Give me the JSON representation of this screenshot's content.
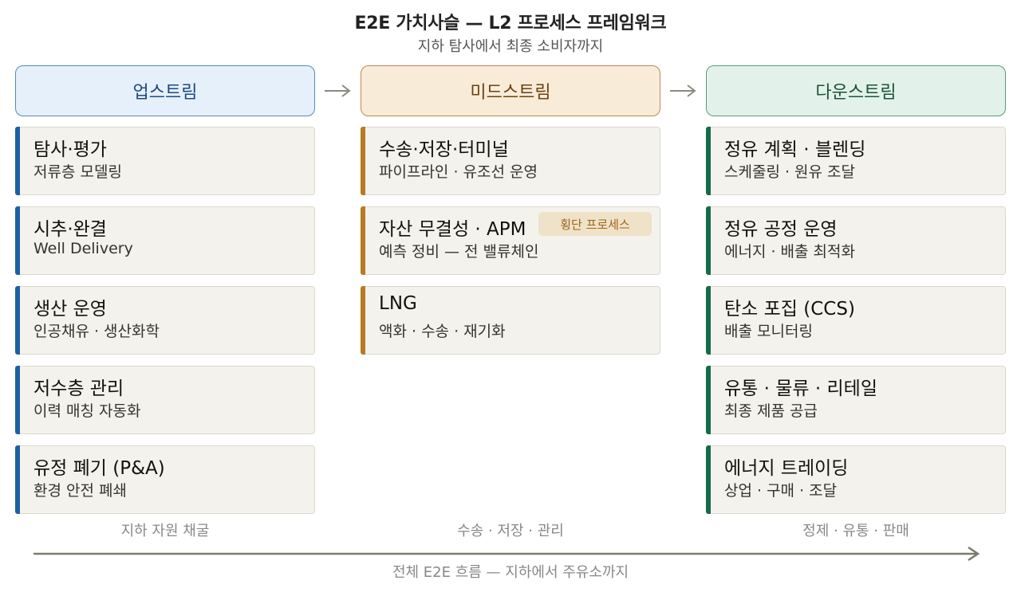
{
  "title": "E2E 가치사슬 — L2 프로세스 프레임워크",
  "subtitle": "지하 탐사에서 최종 소비자까지",
  "colors": {
    "upstream_accent": "#1d5fa3",
    "midstream_accent": "#b87a22",
    "downstream_accent": "#176a4c",
    "card_bg": "#f4f2ec",
    "arrow": "#8a8a80"
  },
  "columns": {
    "upstream": {
      "header": "업스트림",
      "footer": "지하 자원 채굴",
      "items": [
        {
          "name": "탐사·평가",
          "desc": "저류층 모델링"
        },
        {
          "name": "시추·완결",
          "desc": "Well Delivery"
        },
        {
          "name": "생산 운영",
          "desc": "인공채유 · 생산화학"
        },
        {
          "name": "저수층 관리",
          "desc": "이력 매칭 자동화"
        },
        {
          "name": "유정 폐기 (P&A)",
          "desc": "환경 안전 폐쇄"
        }
      ]
    },
    "midstream": {
      "header": "미드스트림",
      "footer": "수송 · 저장 · 관리",
      "items": [
        {
          "name": "수송·저장·터미널",
          "desc": "파이프라인 · 유조선 운영"
        },
        {
          "name": "자산 무결성 · APM",
          "desc": "예측 정비 — 전 밸류체인",
          "badge": "횡단 프로세스"
        },
        {
          "name": "LNG",
          "desc": "액화 · 수송 · 재기화"
        }
      ]
    },
    "downstream": {
      "header": "다운스트림",
      "footer": "정제 · 유통 · 판매",
      "items": [
        {
          "name": "정유 계획 · 블렌딩",
          "desc": "스케줄링 · 원유 조달"
        },
        {
          "name": "정유 공정 운영",
          "desc": "에너지 · 배출 최적화"
        },
        {
          "name": "탄소 포집 (CCS)",
          "desc": "배출 모니터링"
        },
        {
          "name": "유통 · 물류 · 리테일",
          "desc": "최종 제품 공급"
        },
        {
          "name": "에너지 트레이딩",
          "desc": "상업 · 구매 · 조달"
        }
      ]
    }
  },
  "flow_label": "전체 E2E 흐름 — 지하에서 주유소까지"
}
